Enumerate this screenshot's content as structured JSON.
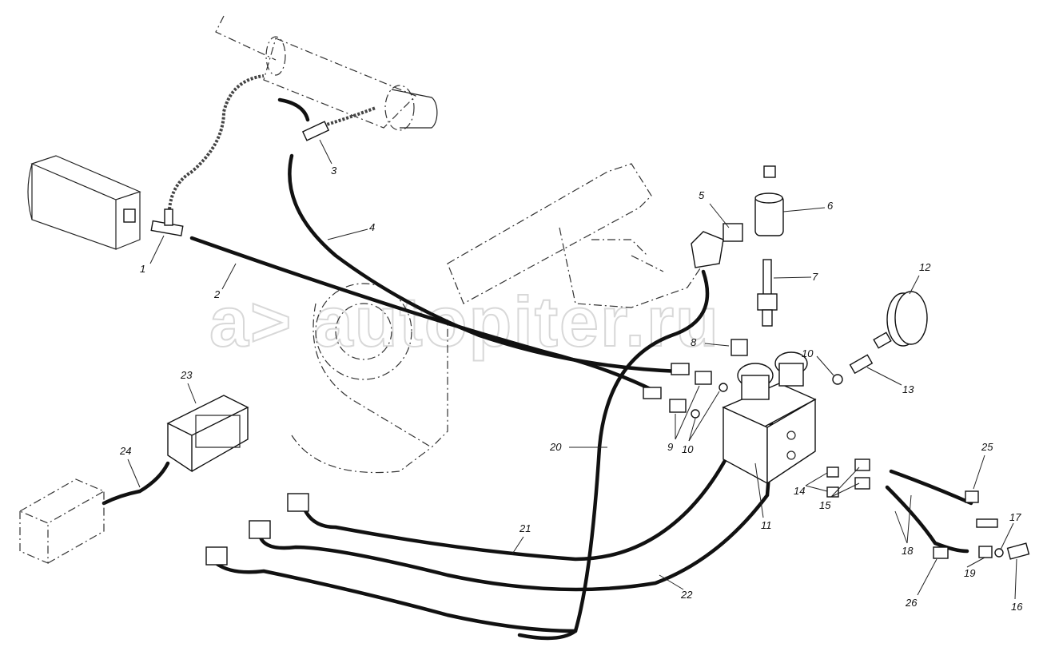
{
  "diagram": {
    "watermark": "a> autopiter.ru",
    "callouts": [
      {
        "id": "c1",
        "text": "1"
      },
      {
        "id": "c2",
        "text": "2"
      },
      {
        "id": "c3",
        "text": "3"
      },
      {
        "id": "c4",
        "text": "4"
      },
      {
        "id": "c5",
        "text": "5"
      },
      {
        "id": "c6",
        "text": "6"
      },
      {
        "id": "c7",
        "text": "7"
      },
      {
        "id": "c8",
        "text": "8"
      },
      {
        "id": "c9",
        "text": "9"
      },
      {
        "id": "c10a",
        "text": "10"
      },
      {
        "id": "c10b",
        "text": "10"
      },
      {
        "id": "c11",
        "text": "11"
      },
      {
        "id": "c12",
        "text": "12"
      },
      {
        "id": "c13",
        "text": "13"
      },
      {
        "id": "c14",
        "text": "14"
      },
      {
        "id": "c15",
        "text": "15"
      },
      {
        "id": "c16",
        "text": "16"
      },
      {
        "id": "c17",
        "text": "17"
      },
      {
        "id": "c18",
        "text": "18"
      },
      {
        "id": "c19",
        "text": "19"
      },
      {
        "id": "c20",
        "text": "20"
      },
      {
        "id": "c21",
        "text": "21"
      },
      {
        "id": "c22",
        "text": "22"
      },
      {
        "id": "c23",
        "text": "23"
      },
      {
        "id": "c24",
        "text": "24"
      },
      {
        "id": "c25",
        "text": "25"
      },
      {
        "id": "c26",
        "text": "26"
      }
    ]
  }
}
